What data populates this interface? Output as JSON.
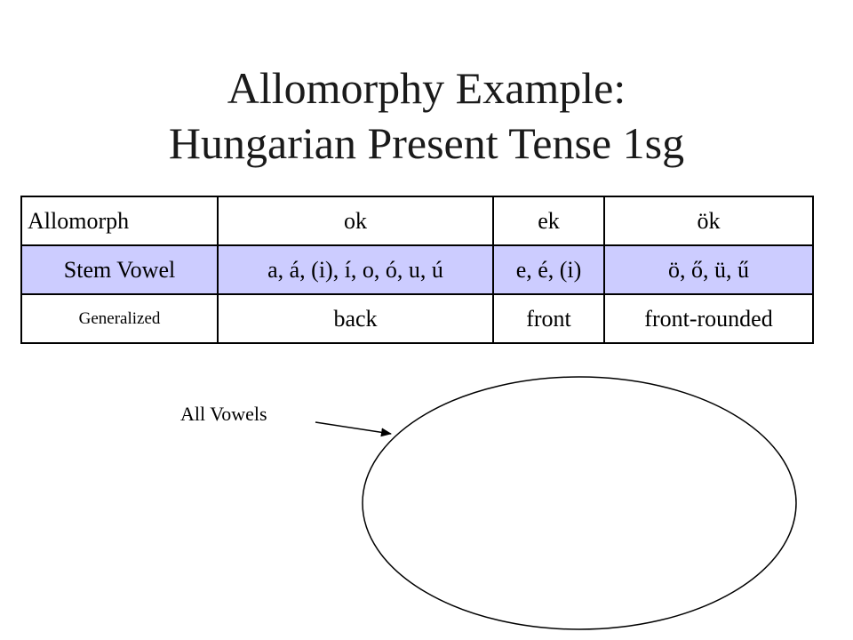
{
  "title": {
    "line1": "Allomorphy Example:",
    "line2": "Hungarian Present Tense 1sg"
  },
  "table": {
    "rows": [
      {
        "header": "Allomorph",
        "cells": [
          "ok",
          "ek",
          "ök"
        ]
      },
      {
        "header": "Stem Vowel",
        "cells": [
          "a, á, (i), í, o, ó, u, ú",
          "e, é, (i)",
          "ö, ő, ü, ű"
        ]
      },
      {
        "header": "Generalized",
        "cells": [
          "back",
          "front",
          "front-rounded"
        ]
      }
    ],
    "highlight_color": "#ccccff"
  },
  "diagram": {
    "label": "All Vowels"
  }
}
